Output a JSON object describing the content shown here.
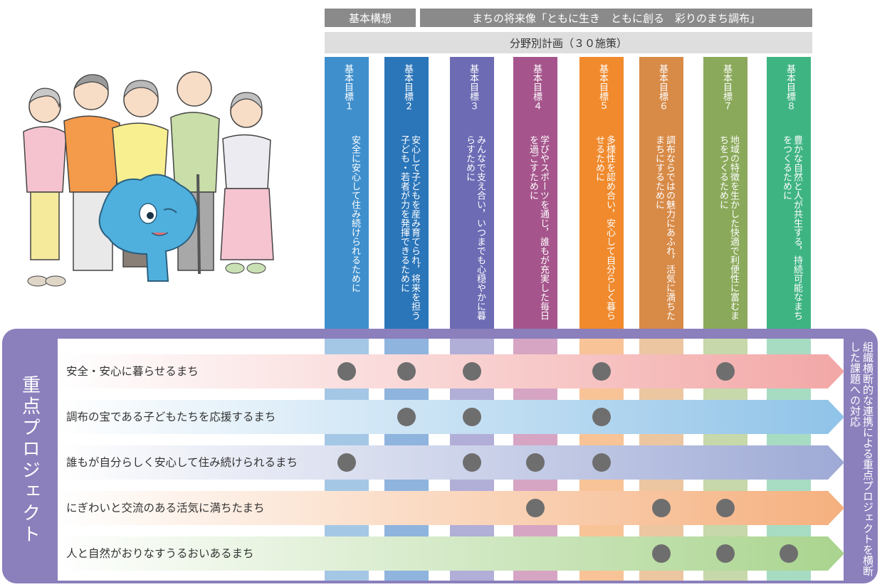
{
  "header": {
    "basic_concept": "基本構想",
    "vision": "まちの将来像「ともに生き　ともに創る　彩りのまち調布」",
    "sub_title": "分野別計画（３０施策）"
  },
  "goals": [
    {
      "label": "基本目標１",
      "desc": "安全に安心して住み続けられるために",
      "color": "#3f8fcd",
      "stripe": "#a5c7e6"
    },
    {
      "label": "基本目標２",
      "desc": "安心して子どもを産み育てられ，将来を担う子ども・若者が力を発揮できるために",
      "color": "#2b75b9",
      "stripe": "#8fb4dd"
    },
    {
      "label": "基本目標３",
      "desc": "みんなで支え合い，いつまでも心穏やかに暮らすために",
      "color": "#6c6bb4",
      "stripe": "#b1aed8"
    },
    {
      "label": "基本目標４",
      "desc": "学びやスポーツを通じ，誰もが充実した毎日を過ごすために",
      "color": "#a5558c",
      "stripe": "#d6a5c4"
    },
    {
      "label": "基本目標５",
      "desc": "多様性を認め合い，安心して自分らしく暮らせるために",
      "color": "#f08a2d",
      "stripe": "#f8c396"
    },
    {
      "label": "基本目標６",
      "desc": "調布ならではの魅力にあふれ，活気に満ちたまちにするために",
      "color": "#d88a47",
      "stripe": "#ecc6a0"
    },
    {
      "label": "基本目標７",
      "desc": "地域の特徴を生かした快適で利便性に富むまちをつくるために",
      "color": "#8aa95a",
      "stripe": "#c7d8aa"
    },
    {
      "label": "基本目標８",
      "desc": "豊かな自然と人が共生する，持続可能なまちをつくるために",
      "color": "#3fb483",
      "stripe": "#a7dcc3"
    }
  ],
  "priority": {
    "title": "重点プロジェクト",
    "side_label": "組織横断的な連携による重点プロジェクトを横断した課題への対応"
  },
  "projects": [
    {
      "label": "安全・安心に暮らせるまち",
      "color_left": "#ffffff",
      "color_right": "#f2a7a6",
      "dots": [
        1,
        2,
        3,
        5,
        7
      ]
    },
    {
      "label": "調布の宝である子どもたちを応援するまち",
      "color_left": "#ffffff",
      "color_right": "#8fc3e8",
      "dots": [
        2,
        3,
        5
      ]
    },
    {
      "label": "誰もが自分らしく安心して住み続けられるまち",
      "color_left": "#ffffff",
      "color_right": "#9eaad6",
      "dots": [
        1,
        3,
        4,
        5
      ]
    },
    {
      "label": "にぎわいと交流のある活気に満ちたまち",
      "color_left": "#ffffff",
      "color_right": "#f5b07e",
      "dots": [
        4,
        6,
        7
      ]
    },
    {
      "label": "人と自然がおりなすうるおいあるまち",
      "color_left": "#ffffff",
      "color_right": "#a9d48e",
      "dots": [
        6,
        7,
        8
      ]
    }
  ]
}
